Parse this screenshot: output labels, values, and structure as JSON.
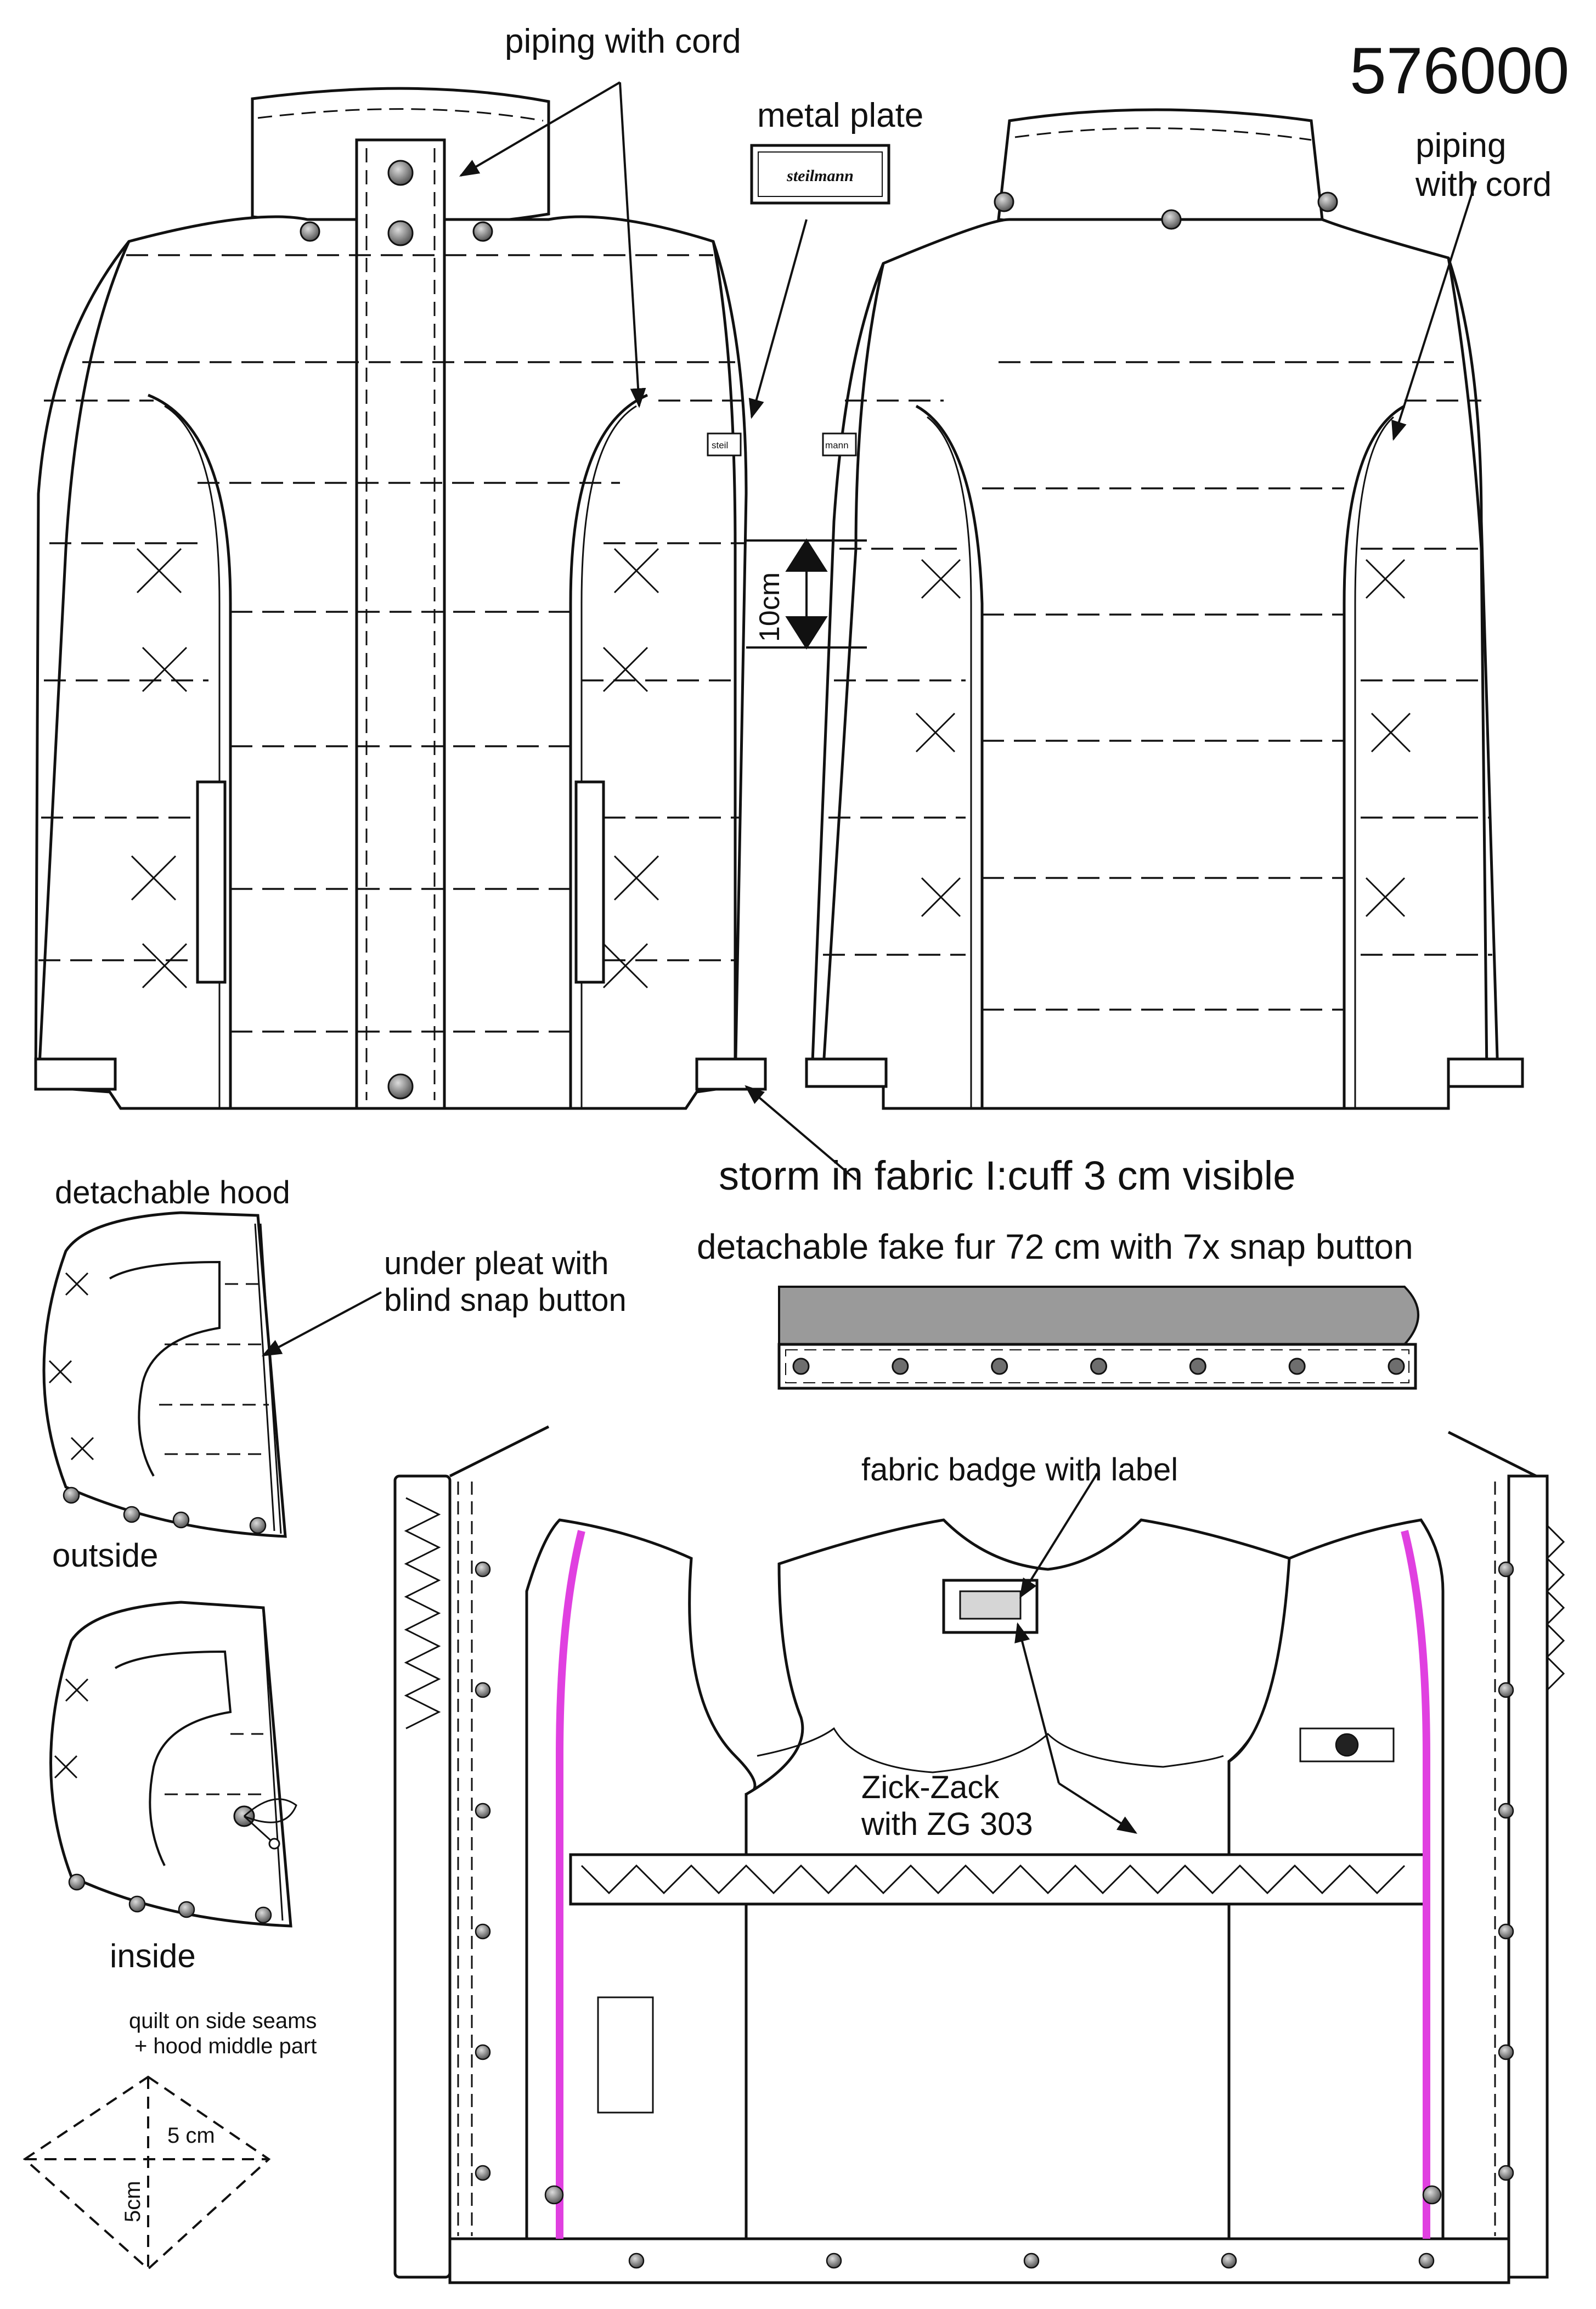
{
  "style_number": "576000",
  "labels": {
    "piping_front": "piping with cord",
    "metal_plate": "metal plate",
    "plate_brand": "steilmann",
    "sleeve_tag": "steil",
    "sleeve_tag_back": "mann",
    "piping_back": "piping\nwith cord",
    "measure_10cm": "10cm",
    "cuff_note": "storm in fabric I:cuff 3 cm visible",
    "fake_fur": "detachable fake fur 72 cm with 7x snap button",
    "hood_title": "detachable hood",
    "under_pleat": "under pleat with\nblind snap button",
    "outside": "outside",
    "inside": "inside",
    "quilt_note": "quilt on side seams\n+ hood middle part",
    "five_cm_h": "5 cm",
    "five_cm_v": "5cm",
    "fabric_badge": "fabric badge with label",
    "zick_zack": "Zick-Zack\nwith ZG 303"
  },
  "colors": {
    "line": "#111111",
    "fur": "#9a9a9a",
    "piping_accent": "#e040e0",
    "snap": "#6e6e6e"
  },
  "fur_strip": {
    "snap_count": 7
  }
}
